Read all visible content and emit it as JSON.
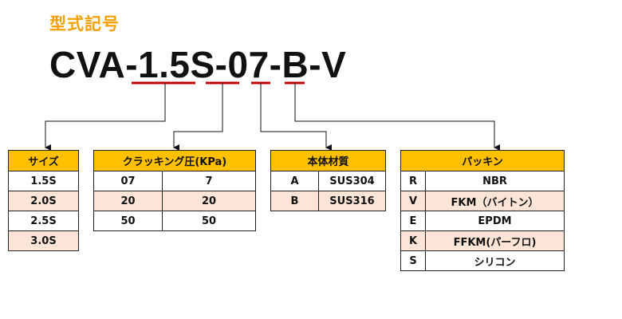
{
  "heading": "型式記号",
  "model": {
    "parts": [
      {
        "text": "CVA-",
        "underlined": false
      },
      {
        "text": "1.5S",
        "underlined": true
      },
      {
        "text": "-",
        "underlined": false
      },
      {
        "text": "07",
        "underlined": true
      },
      {
        "text": "-",
        "underlined": false
      },
      {
        "text": "B",
        "underlined": true
      },
      {
        "text": "-",
        "underlined": false
      },
      {
        "text": "V",
        "underlined": true
      }
    ]
  },
  "colors": {
    "header_bg": "#ffc000",
    "alt_row_bg": "#fce4d6",
    "underline": "#c00000",
    "heading": "#f5a000"
  },
  "size_table": {
    "header": "サイズ",
    "rows": [
      "1.5S",
      "2.0S",
      "2.5S",
      "3.0S"
    ]
  },
  "cracking_table": {
    "header": "クラッキング圧(KPa)",
    "rows": [
      [
        "07",
        "7"
      ],
      [
        "20",
        "20"
      ],
      [
        "50",
        "50"
      ]
    ]
  },
  "material_table": {
    "header": "本体材質",
    "rows": [
      [
        "A",
        "SUS304"
      ],
      [
        "B",
        "SUS316"
      ]
    ]
  },
  "packing_table": {
    "header": "パッキン",
    "rows": [
      [
        "R",
        "NBR"
      ],
      [
        "V",
        "FKM（バイトン）"
      ],
      [
        "E",
        "EPDM"
      ],
      [
        "K",
        "FFKM(パーフロ)"
      ],
      [
        "S",
        "シリコン"
      ]
    ]
  }
}
